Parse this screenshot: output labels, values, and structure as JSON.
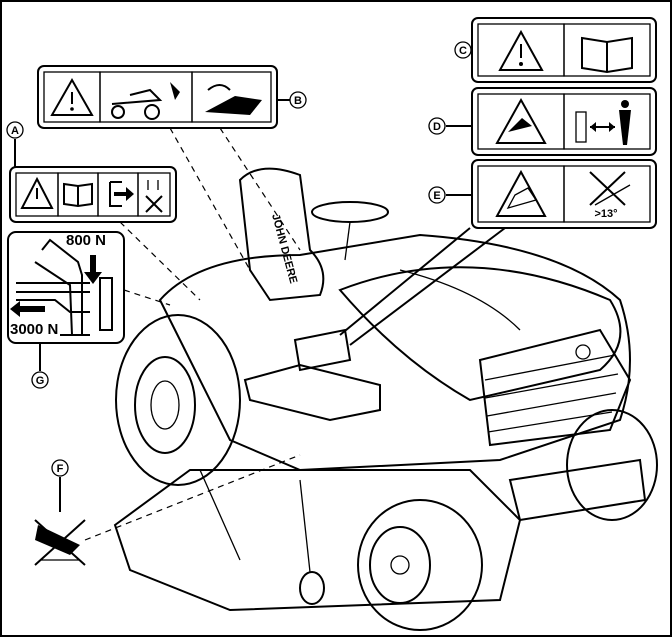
{
  "callouts": {
    "a": "A",
    "b": "B",
    "c": "C",
    "d": "D",
    "e": "E",
    "f": "F",
    "g": "G"
  },
  "decal_g": {
    "force_down": "800 N",
    "force_side": "3000 N"
  },
  "decal_e": {
    "slope": ">13°"
  },
  "icons": {
    "a": [
      "warning-triangle-icon",
      "operator-manual-icon",
      "exit-icon",
      "no-children-icon"
    ],
    "b": [
      "warning-triangle-icon",
      "tractor-rollover-icon",
      "blade-hazard-icon"
    ],
    "c": [
      "warning-triangle-icon",
      "operator-manual-icon"
    ],
    "d": [
      "thrown-object-warning-icon",
      "keep-distance-icon"
    ],
    "e": [
      "slope-rollover-warning-icon",
      "no-slope-icon"
    ],
    "f": [
      "no-riders-icon"
    ]
  }
}
